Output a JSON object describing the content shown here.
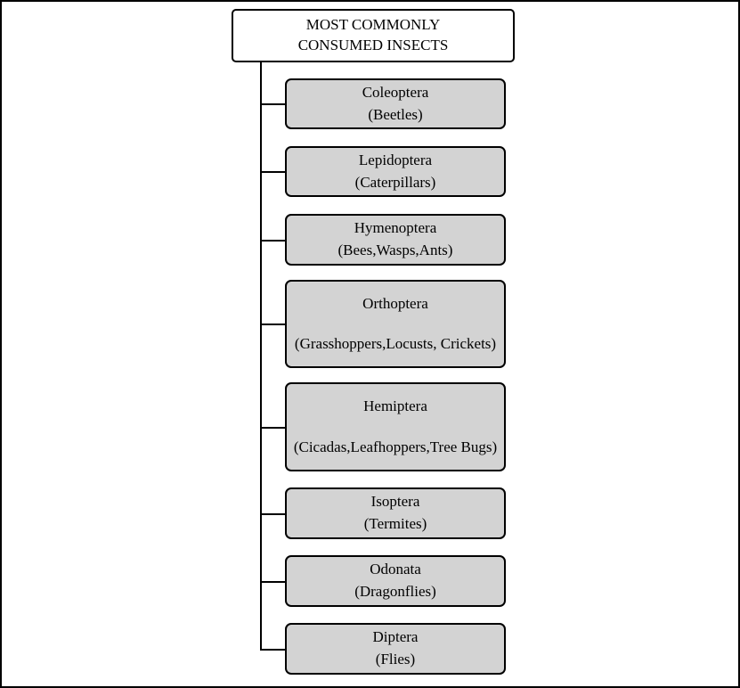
{
  "diagram": {
    "root": {
      "label": "MOST COMMONLY CONSUMED INSECTS"
    },
    "children": [
      {
        "name": "Coleoptera",
        "detail": "(Beetles)"
      },
      {
        "name": "Lepidoptera",
        "detail": "(Caterpillars)"
      },
      {
        "name": "Hymenoptera",
        "detail": "(Bees,Wasps,Ants)"
      },
      {
        "name": "Orthoptera",
        "detail": "(Grasshoppers,Locusts, Crickets)"
      },
      {
        "name": "Hemiptera",
        "detail": "(Cicadas,Leafhoppers,Tree Bugs)"
      },
      {
        "name": "Isoptera",
        "detail": "(Termites)"
      },
      {
        "name": "Odonata",
        "detail": "(Dragonflies)"
      },
      {
        "name": "Diptera",
        "detail": "(Flies)"
      }
    ],
    "colors": {
      "root_fill": "#ffffff",
      "child_fill": "#d3d3d3",
      "border": "#000000",
      "connector": "#000000"
    }
  }
}
